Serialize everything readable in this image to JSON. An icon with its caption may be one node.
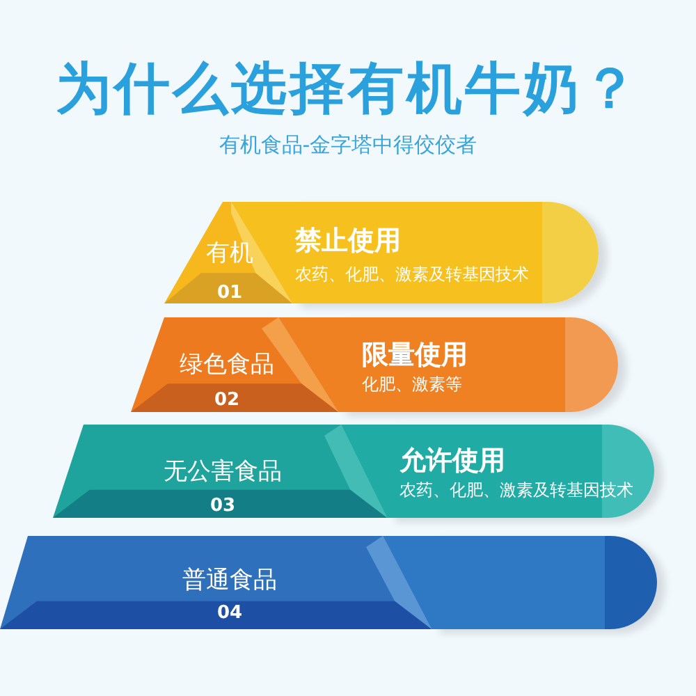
{
  "diagram": {
    "title": "为什么选择有机牛奶？",
    "nodes": [
      {
        "text": [
          "有机",
          "01"
        ]
      },
      {
        "text": [
          "禁止使用",
          "农药、化肥、激素及转基因技术"
        ]
      },
      {
        "text": [
          "绿色食品",
          "02"
        ]
      },
      {
        "text": [
          "限量使用",
          "化肥、激素等"
        ]
      },
      {
        "text": [
          "无公害食品",
          "03"
        ]
      },
      {
        "text": [
          "允许使用",
          "农药、化肥、激素及转基因技术"
        ]
      },
      {
        "text": [
          "普通食品",
          "04"
        ]
      },
      {
        "text": [],
        "shape": "bar"
      }
    ],
    "edges": [],
    "labels": [
      "有机食品-金字塔中得佼佼者"
    ]
  }
}
